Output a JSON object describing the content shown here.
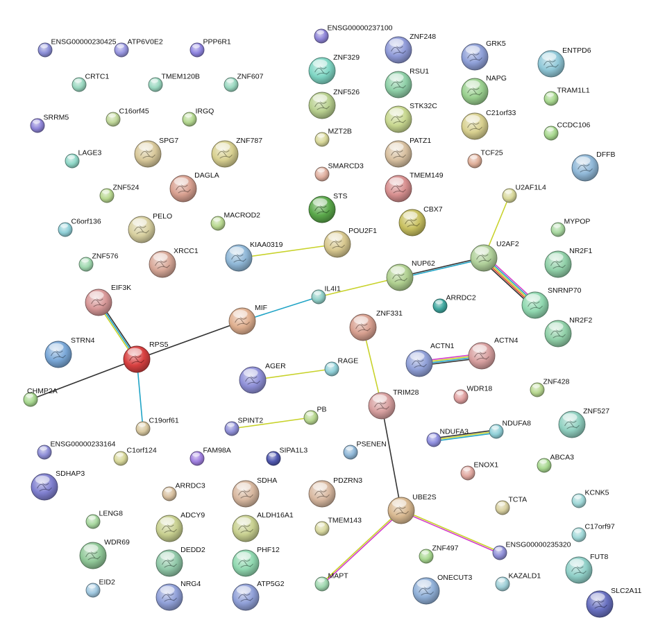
{
  "colors": {
    "text_mining": "#c8d22a",
    "coexpression": "#333333",
    "database": "#21a4c6",
    "experimental": "#d23cc8",
    "fusion": "#e6462d",
    "background": "#ffffff"
  },
  "nodes": [
    {
      "id": "ENSG00000230425",
      "label": "ENSG00000230425",
      "color": "#8c8fd8",
      "structure": false
    },
    {
      "id": "ATP6V0E2",
      "label": "ATP6V0E2",
      "color": "#9896e0",
      "structure": false
    },
    {
      "id": "PPP6R1",
      "label": "PPP6R1",
      "color": "#8f85e0",
      "structure": false
    },
    {
      "id": "ENSG00000237100",
      "label": "ENSG00000237100",
      "color": "#8f85d8",
      "structure": false
    },
    {
      "id": "ZNF248",
      "label": "ZNF248",
      "color": "#8f9ad8",
      "structure": true
    },
    {
      "id": "GRK5",
      "label": "GRK5",
      "color": "#8fa0d8",
      "structure": true
    },
    {
      "id": "ENTPD6",
      "label": "ENTPD6",
      "color": "#90c8d8",
      "structure": true
    },
    {
      "id": "CRTC1",
      "label": "CRTC1",
      "color": "#9ad8c0",
      "structure": false
    },
    {
      "id": "TMEM120B",
      "label": "TMEM120B",
      "color": "#9ad8c0",
      "structure": false
    },
    {
      "id": "ZNF607",
      "label": "ZNF607",
      "color": "#9ad8c0",
      "structure": false
    },
    {
      "id": "ZNF329",
      "label": "ZNF329",
      "color": "#7fd6c4",
      "structure": true
    },
    {
      "id": "RSU1",
      "label": "RSU1",
      "color": "#8fd0a8",
      "structure": true
    },
    {
      "id": "NAPG",
      "label": "NAPG",
      "color": "#9ad08f",
      "structure": true
    },
    {
      "id": "TRAM1L1",
      "label": "TRAM1L1",
      "color": "#a8d88f",
      "structure": false
    },
    {
      "id": "SRRM5",
      "label": "SRRM5",
      "color": "#8f85d8",
      "structure": false
    },
    {
      "id": "C16orf45",
      "label": "C16orf45",
      "color": "#c0d89a",
      "structure": false
    },
    {
      "id": "IRGQ",
      "label": "IRGQ",
      "color": "#b4d890",
      "structure": false
    },
    {
      "id": "ZNF526",
      "label": "ZNF526",
      "color": "#b8d08f",
      "structure": true
    },
    {
      "id": "STK32C",
      "label": "STK32C",
      "color": "#c8d890",
      "structure": true
    },
    {
      "id": "C21orf33",
      "label": "C21orf33",
      "color": "#d8d08f",
      "structure": true
    },
    {
      "id": "CCDC106",
      "label": "CCDC106",
      "color": "#a8d88f",
      "structure": false
    },
    {
      "id": "MZT2B",
      "label": "MZT2B",
      "color": "#d8d89a",
      "structure": false
    },
    {
      "id": "SPG7",
      "label": "SPG7",
      "color": "#d8c89a",
      "structure": true
    },
    {
      "id": "ZNF787",
      "label": "ZNF787",
      "color": "#d8d090",
      "structure": true
    },
    {
      "id": "PATZ1",
      "label": "PATZ1",
      "color": "#d8c0a0",
      "structure": true
    },
    {
      "id": "TCF25",
      "label": "TCF25",
      "color": "#e0b09a",
      "structure": false
    },
    {
      "id": "DFFB",
      "label": "DFFB",
      "color": "#90b8d8",
      "structure": true
    },
    {
      "id": "LAGE3",
      "label": "LAGE3",
      "color": "#90d8c8",
      "structure": false
    },
    {
      "id": "SMARCD3",
      "label": "SMARCD3",
      "color": "#e0b0a0",
      "structure": false
    },
    {
      "id": "TMEM149",
      "label": "TMEM149",
      "color": "#d89090",
      "structure": true
    },
    {
      "id": "DAGLA",
      "label": "DAGLA",
      "color": "#d8a090",
      "structure": true
    },
    {
      "id": "ZNF524",
      "label": "ZNF524",
      "color": "#b8d890",
      "structure": false
    },
    {
      "id": "U2AF1L4",
      "label": "U2AF1L4",
      "color": "#d8d89a",
      "structure": false
    },
    {
      "id": "STS",
      "label": "STS",
      "color": "#5aa84a",
      "structure": true
    },
    {
      "id": "CBX7",
      "label": "CBX7",
      "color": "#c8c060",
      "structure": true
    },
    {
      "id": "PELO",
      "label": "PELO",
      "color": "#d8d0a0",
      "structure": true
    },
    {
      "id": "MACROD2",
      "label": "MACROD2",
      "color": "#b8d890",
      "structure": false
    },
    {
      "id": "C6orf136",
      "label": "C6orf136",
      "color": "#90d0d8",
      "structure": false
    },
    {
      "id": "MYPOP",
      "label": "MYPOP",
      "color": "#a8d8a0",
      "structure": false
    },
    {
      "id": "POU2F1",
      "label": "POU2F1",
      "color": "#d8c88f",
      "structure": true
    },
    {
      "id": "KIAA0319",
      "label": "KIAA0319",
      "color": "#90b8d8",
      "structure": true
    },
    {
      "id": "U2AF2",
      "label": "U2AF2",
      "color": "#b0d09a",
      "structure": true
    },
    {
      "id": "NR2F1",
      "label": "NR2F1",
      "color": "#90d0a8",
      "structure": true
    },
    {
      "id": "ZNF576",
      "label": "ZNF576",
      "color": "#a0d8b0",
      "structure": false
    },
    {
      "id": "XRCC1",
      "label": "XRCC1",
      "color": "#d8a898",
      "structure": true
    },
    {
      "id": "NUP62",
      "label": "NUP62",
      "color": "#b0d090",
      "structure": true
    },
    {
      "id": "EIF3K",
      "label": "EIF3K",
      "color": "#d89898",
      "structure": true
    },
    {
      "id": "IL4I1",
      "label": "IL4I1",
      "color": "#90d0c8",
      "structure": false
    },
    {
      "id": "SNRNP70",
      "label": "SNRNP70",
      "color": "#90d8b0",
      "structure": true
    },
    {
      "id": "ARRDC2",
      "label": "ARRDC2",
      "color": "#40a8a0",
      "structure": false
    },
    {
      "id": "MIF",
      "label": "MIF",
      "color": "#e0b090",
      "structure": true
    },
    {
      "id": "ZNF331",
      "label": "ZNF331",
      "color": "#d8a090",
      "structure": true
    },
    {
      "id": "NR2F2",
      "label": "NR2F2",
      "color": "#90d0a8",
      "structure": true
    },
    {
      "id": "STRN4",
      "label": "STRN4",
      "color": "#7aa8d8",
      "structure": true
    },
    {
      "id": "RPS5",
      "label": "RPS5",
      "color": "#d84040",
      "structure": true
    },
    {
      "id": "ACTN1",
      "label": "ACTN1",
      "color": "#90a0d8",
      "structure": true
    },
    {
      "id": "ACTN4",
      "label": "ACTN4",
      "color": "#d8a0a0",
      "structure": true
    },
    {
      "id": "AGER",
      "label": "AGER",
      "color": "#8f90d8",
      "structure": true
    },
    {
      "id": "RAGE",
      "label": "RAGE",
      "color": "#90d0d8",
      "structure": false
    },
    {
      "id": "WDR18",
      "label": "WDR18",
      "color": "#e0a0a0",
      "structure": false
    },
    {
      "id": "ZNF428",
      "label": "ZNF428",
      "color": "#b8d890",
      "structure": false
    },
    {
      "id": "CHMP2A",
      "label": "CHMP2A",
      "color": "#a8d890",
      "structure": false
    },
    {
      "id": "TRIM28",
      "label": "TRIM28",
      "color": "#d8a0a0",
      "structure": true
    },
    {
      "id": "ZNF527",
      "label": "ZNF527",
      "color": "#90d0c0",
      "structure": true
    },
    {
      "id": "C19orf61",
      "label": "C19orf61",
      "color": "#d8c8a0",
      "structure": false
    },
    {
      "id": "PB",
      "label": "PB",
      "color": "#b8d890",
      "structure": false
    },
    {
      "id": "SPINT2",
      "label": "SPINT2",
      "color": "#9090d8",
      "structure": false
    },
    {
      "id": "NDUFA8",
      "label": "NDUFA8",
      "color": "#90d0d8",
      "structure": false
    },
    {
      "id": "NDUFA3",
      "label": "NDUFA3",
      "color": "#9090e0",
      "structure": false
    },
    {
      "id": "ENSG00000233164",
      "label": "ENSG00000233164",
      "color": "#8f8fd8",
      "structure": false
    },
    {
      "id": "C1orf124",
      "label": "C1orf124",
      "color": "#d8d89a",
      "structure": false
    },
    {
      "id": "FAM98A",
      "label": "FAM98A",
      "color": "#a080e0",
      "structure": false
    },
    {
      "id": "SIPA1L3",
      "label": "SIPA1L3",
      "color": "#5058b0",
      "structure": false
    },
    {
      "id": "PSENEN",
      "label": "PSENEN",
      "color": "#90b8d8",
      "structure": false
    },
    {
      "id": "ABCA3",
      "label": "ABCA3",
      "color": "#a8d890",
      "structure": false
    },
    {
      "id": "ENOX1",
      "label": "ENOX1",
      "color": "#e0a8a0",
      "structure": false
    },
    {
      "id": "SDHAP3",
      "label": "SDHAP3",
      "color": "#8080d0",
      "structure": true
    },
    {
      "id": "ARRDC3",
      "label": "ARRDC3",
      "color": "#d8c0a0",
      "structure": false
    },
    {
      "id": "SDHA",
      "label": "SDHA",
      "color": "#d8b8a0",
      "structure": true
    },
    {
      "id": "PDZRN3",
      "label": "PDZRN3",
      "color": "#d8b8a0",
      "structure": true
    },
    {
      "id": "UBE2S",
      "label": "UBE2S",
      "color": "#d8b890",
      "structure": true
    },
    {
      "id": "KCNK5",
      "label": "KCNK5",
      "color": "#a0d8d8",
      "structure": false
    },
    {
      "id": "TCTA",
      "label": "TCTA",
      "color": "#d8d0a0",
      "structure": false
    },
    {
      "id": "LENG8",
      "label": "LENG8",
      "color": "#a8d8a0",
      "structure": false
    },
    {
      "id": "ADCY9",
      "label": "ADCY9",
      "color": "#c8d090",
      "structure": true
    },
    {
      "id": "ALDH16A1",
      "label": "ALDH16A1",
      "color": "#c8d090",
      "structure": true
    },
    {
      "id": "TMEM143",
      "label": "TMEM143",
      "color": "#d8d8a0",
      "structure": false
    },
    {
      "id": "C17orf97",
      "label": "C17orf97",
      "color": "#a0d8d8",
      "structure": false
    },
    {
      "id": "WDR69",
      "label": "WDR69",
      "color": "#90c898",
      "structure": true
    },
    {
      "id": "DEDD2",
      "label": "DEDD2",
      "color": "#90c8a8",
      "structure": true
    },
    {
      "id": "PHF12",
      "label": "PHF12",
      "color": "#90d8b0",
      "structure": true
    },
    {
      "id": "ENSG00000235320",
      "label": "ENSG00000235320",
      "color": "#9090d8",
      "structure": false
    },
    {
      "id": "ZNF497",
      "label": "ZNF497",
      "color": "#a8d890",
      "structure": false
    },
    {
      "id": "FUT8",
      "label": "FUT8",
      "color": "#90d0c8",
      "structure": true
    },
    {
      "id": "EID2",
      "label": "EID2",
      "color": "#a0c8e0",
      "structure": false
    },
    {
      "id": "NRG4",
      "label": "NRG4",
      "color": "#90a0d8",
      "structure": true
    },
    {
      "id": "ATP5G2",
      "label": "ATP5G2",
      "color": "#90a0d8",
      "structure": true
    },
    {
      "id": "MAPT",
      "label": "MAPT",
      "color": "#a0d8b0",
      "structure": false
    },
    {
      "id": "ONECUT3",
      "label": "ONECUT3",
      "color": "#90b0d8",
      "structure": true
    },
    {
      "id": "KAZALD1",
      "label": "KAZALD1",
      "color": "#a0d0d8",
      "structure": false
    },
    {
      "id": "SLC2A11",
      "label": "SLC2A11",
      "color": "#6870c0",
      "structure": true
    }
  ],
  "edges": [
    {
      "from": "KIAA0319",
      "to": "POU2F1",
      "types": [
        "text_mining"
      ]
    },
    {
      "from": "NUP62",
      "to": "IL4I1",
      "types": [
        "text_mining"
      ]
    },
    {
      "from": "IL4I1",
      "to": "MIF",
      "types": [
        "database"
      ]
    },
    {
      "from": "MIF",
      "to": "RPS5",
      "types": [
        "coexpression"
      ]
    },
    {
      "from": "RPS5",
      "to": "EIF3K",
      "types": [
        "text_mining",
        "database",
        "coexpression"
      ]
    },
    {
      "from": "RPS5",
      "to": "CHMP2A",
      "types": [
        "coexpression"
      ]
    },
    {
      "from": "RPS5",
      "to": "C19orf61",
      "types": [
        "database"
      ]
    },
    {
      "from": "NUP62",
      "to": "U2AF2",
      "types": [
        "coexpression",
        "database"
      ]
    },
    {
      "from": "U2AF2",
      "to": "U2AF1L4",
      "types": [
        "text_mining"
      ]
    },
    {
      "from": "U2AF2",
      "to": "SNRNP70",
      "types": [
        "experimental",
        "database",
        "text_mining",
        "fusion",
        "coexpression"
      ]
    },
    {
      "from": "ZNF331",
      "to": "TRIM28",
      "types": [
        "text_mining"
      ]
    },
    {
      "from": "TRIM28",
      "to": "UBE2S",
      "types": [
        "coexpression"
      ]
    },
    {
      "from": "ACTN1",
      "to": "ACTN4",
      "types": [
        "experimental",
        "text_mining",
        "database",
        "coexpression"
      ]
    },
    {
      "from": "AGER",
      "to": "RAGE",
      "types": [
        "text_mining"
      ]
    },
    {
      "from": "SPINT2",
      "to": "PB",
      "types": [
        "text_mining"
      ]
    },
    {
      "from": "NDUFA3",
      "to": "NDUFA8",
      "types": [
        "coexpression",
        "text_mining",
        "database"
      ]
    },
    {
      "from": "UBE2S",
      "to": "MAPT",
      "types": [
        "experimental",
        "text_mining"
      ]
    },
    {
      "from": "UBE2S",
      "to": "ENSG00000235320",
      "types": [
        "text_mining",
        "experimental"
      ]
    }
  ]
}
